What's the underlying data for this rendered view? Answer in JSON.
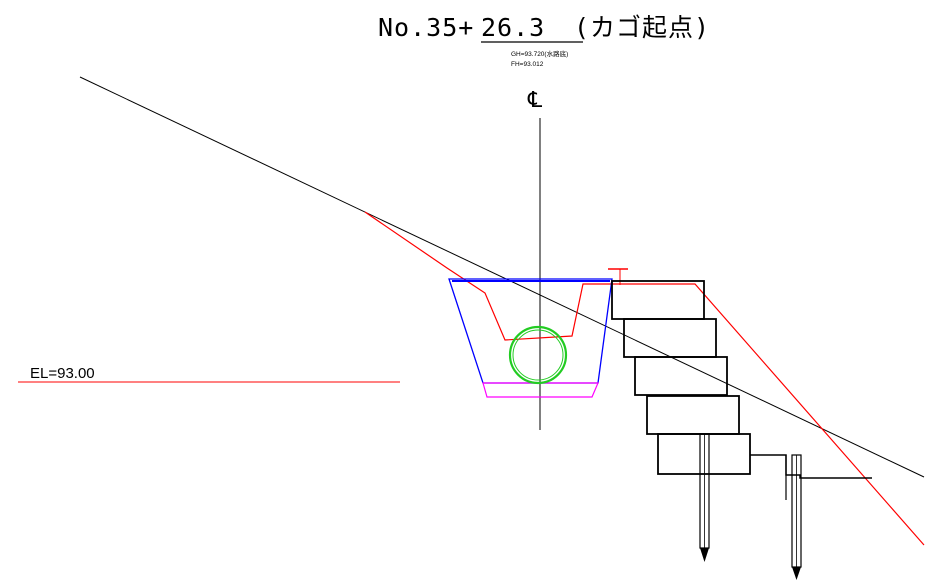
{
  "drawing": {
    "station_prefix": "No.35+",
    "station_offset": "26.3",
    "station_note": "(カゴ起点)",
    "gh_label": "GH=93.720(水路底)",
    "fh_label": "FH=93.012",
    "centerline_symbol": "℄",
    "elevation_label": "EL=93.00"
  },
  "colors": {
    "ground_line": "#000000",
    "design_line": "#ff0000",
    "channel_outline": "#0000ff",
    "channel_base": "#ff00ff",
    "pipe": "#00cc00",
    "gabion": "#000000"
  }
}
